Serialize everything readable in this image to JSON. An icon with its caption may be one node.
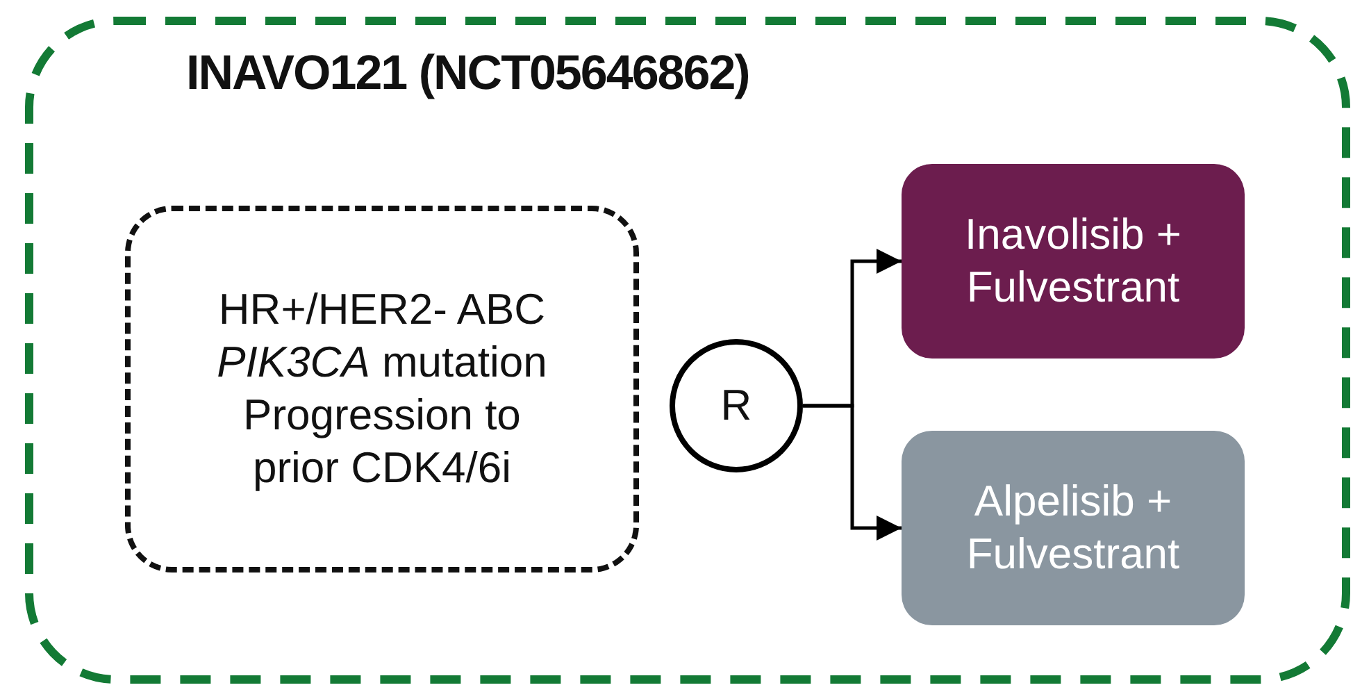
{
  "diagram": {
    "nodes": [
      {
        "text": [
          "INAVO121 (NCT05646862)"
        ]
      },
      {
        "text": [
          "HR+/HER2- ABC *PIK3CA* mutation Progression to prior CDK4/6i"
        ],
        "in": 0
      },
      {
        "text": [
          "R"
        ],
        "in": 0
      },
      {
        "text": [
          "Inavolisib + Fulvestrant"
        ],
        "in": 0
      },
      {
        "text": [
          "Alpelisib + Fulvestrant"
        ],
        "in": 0
      }
    ],
    "edges": [
      {
        "from": 2,
        "to": 3,
        "arrow": "to"
      },
      {
        "from": 2,
        "to": 4,
        "arrow": "to"
      }
    ]
  }
}
